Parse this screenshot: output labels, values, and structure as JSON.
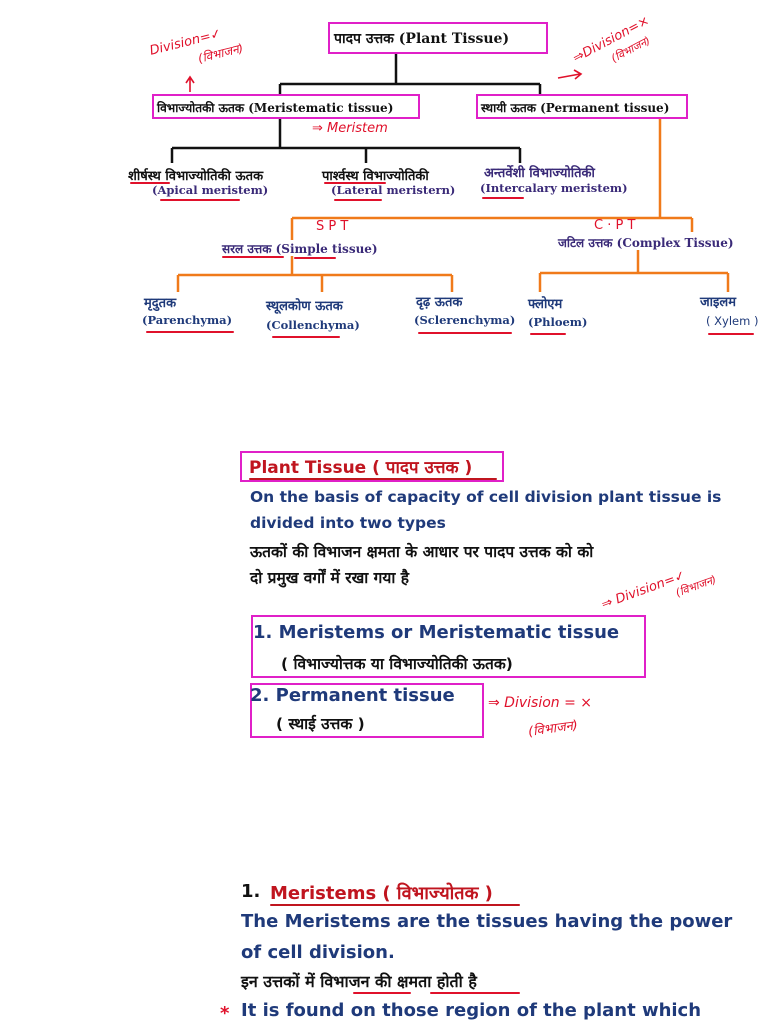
{
  "diagram": {
    "root": "पादप उत्तक (Plant Tissue)",
    "meristematic": "विभाज्योतकी ऊतक (Meristematic tissue)",
    "permanent": "स्थायी ऊतक (Permanent tissue)",
    "apical_hi": "शीर्षस्थ विभाज्योतिकी ऊतक",
    "apical_en": "(Apical meristem)",
    "lateral_hi": "पार्श्वस्थ विभाज्योतिकी",
    "lateral_en": "(Lateral meristern)",
    "intercalary_hi": "अन्तर्वेशी विभाज्योतिकी",
    "intercalary_en": "(Intercalary meristem)",
    "simple": "सरल उत्तक (Simple tissue)",
    "complex": "जटिल उत्तक (Complex Tissue)",
    "parenchyma_hi": "मृदुतक",
    "parenchyma_en": "(Parenchyma)",
    "collenchyma_hi": "स्थूलकोण ऊतक",
    "collenchyma_en": "(Collenchyma)",
    "sclerenchyma_hi": "दृढ़ ऊतक",
    "sclerenchyma_en": "(Sclerenchyma)",
    "phloem_hi": "फ्लोएम",
    "phloem_en": "(Phloem)",
    "xylem_hi": "जाइलम",
    "xylem_en": "( Xylem )"
  },
  "annotations": {
    "division_left": "Division=✓",
    "vibhajan_left": "(विभाजन)",
    "division_right": "⇒Division=×",
    "vibhajan_right": "(विभाजन)",
    "meristem": "⇒ Meristem",
    "spt": "S P T",
    "cpt": "C · P T",
    "division_mid": "⇒ Division=✓",
    "vibhajan_mid": "(विभाजन)",
    "division_perm": "⇒  Division = ×",
    "vibhajan_perm": "(विभाजन)"
  },
  "section1": {
    "heading": "Plant Tissue ( पादप उत्तक )",
    "en_text_line1": "On the basis of capacity of cell division plant tissue is",
    "en_text_line2": "divided into two types",
    "hi_text_line1": "ऊतकों की विभाजन क्षमता के आधार पर पादप उत्तक को को",
    "hi_text_line2": "दो प्रमुख वर्गों में रखा गया है",
    "item1_line1": "1. Meristems or Meristematic tissue",
    "item1_line2": "( विभाज्योत्तक या विभाज्योतिकी ऊतक)",
    "item2_line1": "2. Permanent tissue",
    "item2_line2": "( स्थाई उत्तक )"
  },
  "section2": {
    "number": "1.",
    "heading": "Meristems ( विभाज्योतक )",
    "en_text_line1": "The Meristems are the tissues having the power",
    "en_text_line2": "of cell division.",
    "hi_text": "इन उत्तकों में विभाजन की क्षमता होती है",
    "bullet_symbol": "*",
    "bullet_text": "It is found on those region of the plant which"
  },
  "colors": {
    "accent_pink": "#e020c8",
    "red": "#e0112b",
    "navy": "#1f3a7a",
    "purple": "#3a2a78",
    "heading_red": "#c0151f"
  }
}
